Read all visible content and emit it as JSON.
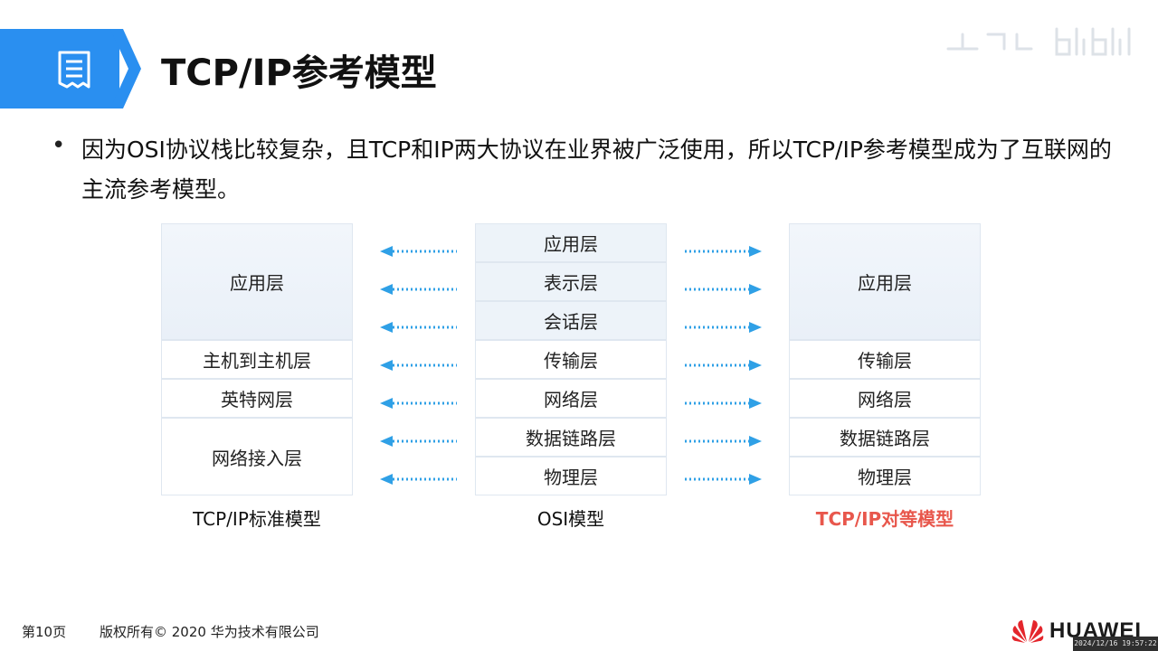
{
  "title": "TCP/IP参考模型",
  "bullet": "因为OSI协议栈比较复杂，且TCP和IP两大协议在业界被广泛使用，所以TCP/IP参考模型成为了互联网的主流参考模型。",
  "tcpip_standard": {
    "label": "TCP/IP标准模型",
    "layers": [
      "应用层",
      "主机到主机层",
      "英特网层",
      "网络接入层"
    ]
  },
  "osi": {
    "label": "OSI模型",
    "layers": [
      "应用层",
      "表示层",
      "会话层",
      "传输层",
      "网络层",
      "数据链路层",
      "物理层"
    ]
  },
  "tcpip_peer": {
    "label": "TCP/IP对等模型",
    "layers": [
      "应用层",
      "传输层",
      "网络层",
      "数据链路层",
      "物理层"
    ]
  },
  "footer": {
    "page": "第10页",
    "copyright": "版权所有© 2020 华为技术有限公司",
    "brand": "HUAWEI",
    "timestamp": "2024/12/16 19:57:22"
  },
  "colors": {
    "accent": "#2a8ff0",
    "arrow": "#2fa0e6",
    "peer_label": "#e8574c",
    "logo": "#e4262c"
  }
}
